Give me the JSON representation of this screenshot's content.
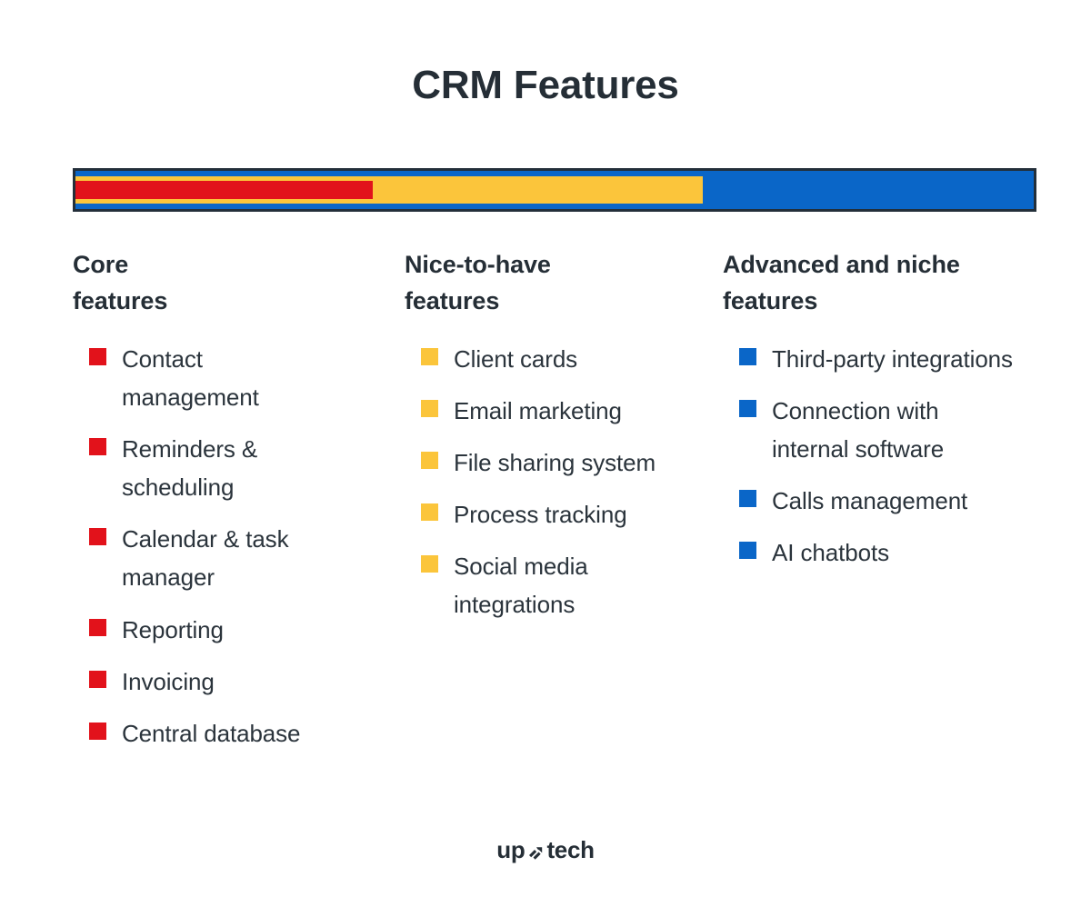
{
  "title": "CRM Features",
  "colors": {
    "core": "#e2121b",
    "nice_to_have": "#fbc53b",
    "advanced": "#0a66c8",
    "text": "#252e36",
    "border": "#232f3a"
  },
  "bar": {
    "segments": [
      {
        "name": "core",
        "color": "#e2121b",
        "end_pct": 31
      },
      {
        "name": "nice-to-have",
        "color": "#fbc53b",
        "end_pct": 65.5
      },
      {
        "name": "advanced",
        "color": "#0a66c8",
        "end_pct": 100
      }
    ]
  },
  "columns": [
    {
      "heading": "Core\nfeatures",
      "bullet_class": "bullet-red",
      "items": [
        "Contact management",
        "Reminders & scheduling",
        "Calendar & task manager",
        "Reporting",
        "Invoicing",
        "Central database"
      ]
    },
    {
      "heading": "Nice-to-have\nfeatures",
      "bullet_class": "bullet-yellow",
      "items": [
        "Client cards",
        "Email marketing",
        "File sharing system",
        "Process tracking",
        "Social media integrations"
      ]
    },
    {
      "heading": "Advanced and niche features",
      "bullet_class": "bullet-blue",
      "items": [
        "Third-party integrations",
        "Connection with internal software",
        "Calls management",
        "AI chatbots"
      ]
    }
  ],
  "logo": {
    "prefix": "up",
    "suffix": "tech"
  }
}
